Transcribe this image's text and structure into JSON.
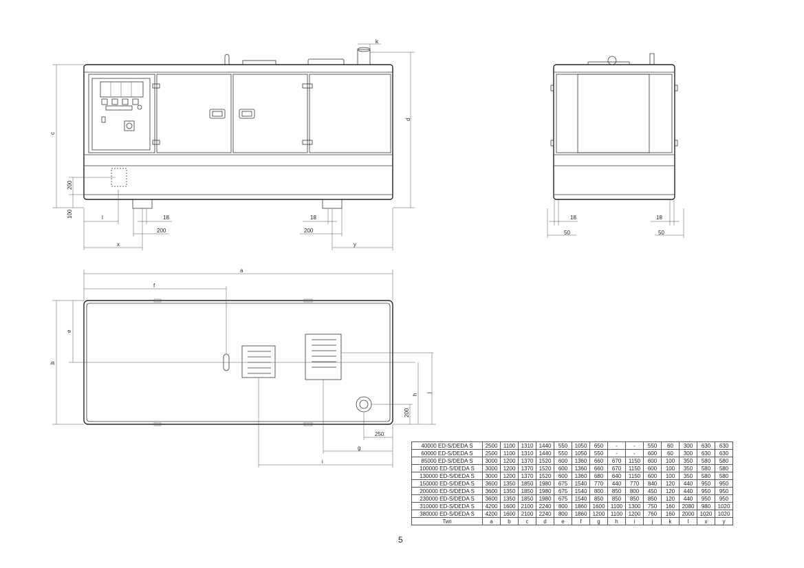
{
  "views": {
    "front": {
      "dims": {
        "c": "c",
        "d": "d",
        "k": "k",
        "l": "l",
        "x": "x",
        "y": "y",
        "h200": "200",
        "h100": "100",
        "w18a": "18",
        "w200a": "200",
        "w18b": "18",
        "w200b": "200"
      }
    },
    "side": {
      "dims": {
        "w18a": "18",
        "w18b": "18",
        "w50a": "50",
        "w50b": "50"
      }
    },
    "top": {
      "dims": {
        "a": "a",
        "b": "b",
        "e": "e",
        "f": "f",
        "g": "g",
        "h": "h",
        "i": "i",
        "j": "j",
        "h200": "200",
        "w250": "250"
      }
    }
  },
  "table": {
    "rows": [
      {
        "model": "40000 ED-S/DEDA S",
        "values": [
          "2500",
          "1100",
          "1310",
          "1440",
          "550",
          "1050",
          "650",
          "-",
          "-",
          "550",
          "60",
          "300",
          "630",
          "630"
        ]
      },
      {
        "model": "60000 ED-S/DEDA S",
        "values": [
          "2500",
          "1100",
          "1310",
          "1440",
          "550",
          "1050",
          "550",
          "-",
          "-",
          "600",
          "60",
          "300",
          "630",
          "630"
        ]
      },
      {
        "model": "85000 ED-S/DEDA S",
        "values": [
          "3000",
          "1200",
          "1370",
          "1520",
          "600",
          "1360",
          "660",
          "670",
          "1150",
          "600",
          "100",
          "350",
          "580",
          "580"
        ]
      },
      {
        "model": "100000 ED-S/DEDA S",
        "values": [
          "3000",
          "1200",
          "1370",
          "1520",
          "600",
          "1360",
          "660",
          "670",
          "1150",
          "600",
          "100",
          "350",
          "580",
          "580"
        ]
      },
      {
        "model": "130000 ED-S/DEDA S",
        "values": [
          "3000",
          "1200",
          "1370",
          "1520",
          "600",
          "1360",
          "680",
          "640",
          "1150",
          "600",
          "100",
          "350",
          "580",
          "580"
        ]
      },
      {
        "model": "150000 ED-S/DEDA S",
        "values": [
          "3600",
          "1350",
          "1850",
          "1980",
          "675",
          "1540",
          "770",
          "440",
          "770",
          "840",
          "120",
          "440",
          "950",
          "950"
        ]
      },
      {
        "model": "200000 ED-S/DEDA S",
        "values": [
          "3600",
          "1350",
          "1850",
          "1980",
          "675",
          "1540",
          "800",
          "850",
          "800",
          "450",
          "120",
          "440",
          "950",
          "950"
        ]
      },
      {
        "model": "230000 ED-S/DEDA S",
        "values": [
          "3600",
          "1350",
          "1850",
          "1980",
          "675",
          "1540",
          "850",
          "850",
          "850",
          "850",
          "120",
          "440",
          "950",
          "950"
        ]
      },
      {
        "model": "310000 ED-S/DEDA S",
        "values": [
          "4200",
          "1600",
          "2100",
          "2240",
          "800",
          "1860",
          "1600",
          "1100",
          "1300",
          "750",
          "160",
          "2080",
          "980",
          "1020"
        ]
      },
      {
        "model": "380000 ED-S/DEDA S",
        "values": [
          "4200",
          "1600",
          "2100",
          "2240",
          "800",
          "1860",
          "1200",
          "1100",
          "1200",
          "760",
          "160",
          "2000",
          "1020",
          "1020"
        ]
      }
    ],
    "header": {
      "label": "Тип",
      "columns": [
        "a",
        "b",
        "c",
        "d",
        "e",
        "f",
        "g",
        "h",
        "i",
        "j",
        "k",
        "l",
        "x",
        "y"
      ]
    }
  },
  "page_number": "5"
}
